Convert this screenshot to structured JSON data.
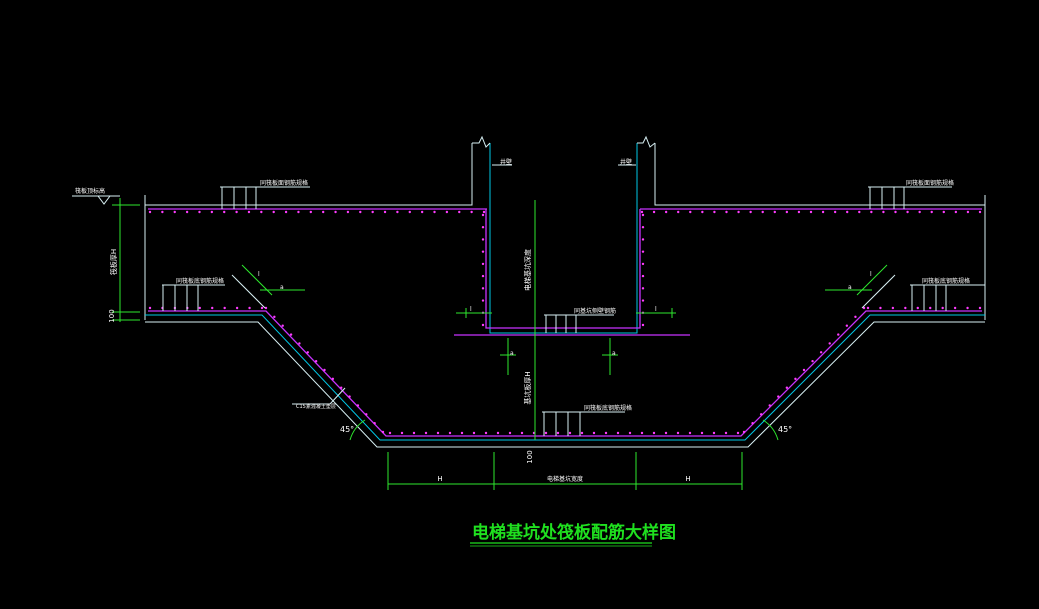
{
  "drawing": {
    "title": "电梯基坑处筏板配筋大样图",
    "labels": {
      "top_left_note": "筏板顶标高",
      "left_vertical_dim": "筏板厚H",
      "left_bottom_dim": "100",
      "top_left_rebar": "同筏板面钢筋规格",
      "top_right_rebar": "同筏板面钢筋规格",
      "left_bottom_rebar": "同筏板底钢筋规格",
      "right_bottom_rebar": "同筏板底钢筋规格",
      "wall_left": "井壁",
      "wall_right": "井壁",
      "pit_depth": "电梯基坑深度",
      "pit_mid_rebar": "同基坑侧壁钢筋",
      "pit_bottom_rebar": "同筏板底钢筋规格",
      "pit_thickness": "基坑板厚H",
      "pit_bottom_100": "100",
      "cushion_note": "C15素混凝土垫层",
      "lap_l": "l",
      "lap_a": "a",
      "angle_left": "45°",
      "angle_right": "45°",
      "span_left": "H",
      "span_mid": "电梯基坑宽度",
      "span_right": "H"
    }
  },
  "colors": {
    "background": "#000000",
    "concrete_outline": "#00c8e6",
    "rebar": "#c832ff",
    "dimension": "#2ee82e",
    "text": "#ffffff",
    "title": "#1fe01f"
  }
}
